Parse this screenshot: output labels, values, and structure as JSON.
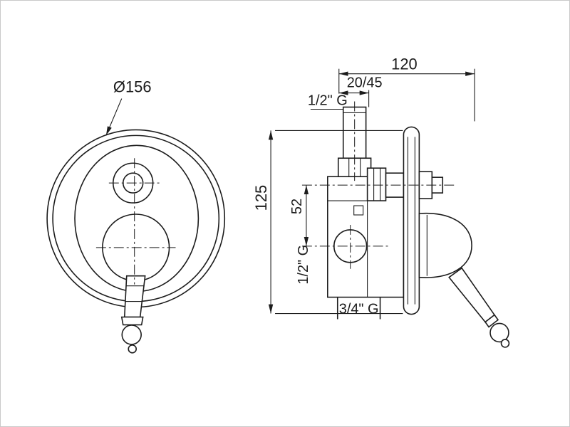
{
  "drawing": {
    "front_view": {
      "diameter_label": "Ø156"
    },
    "side_view": {
      "top_inlet_thread": "1/2\" G",
      "side_port_thread": "1/2\" G",
      "bottom_outlet_thread": "3/4\" G"
    },
    "dimensions": {
      "overall_depth": "120",
      "wall_depth_range": "20/45",
      "body_height": "125",
      "port_spacing": "52"
    }
  }
}
